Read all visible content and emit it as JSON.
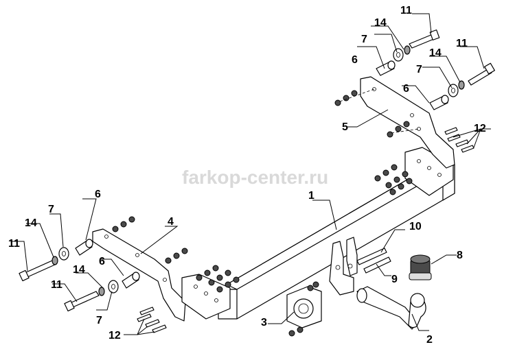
{
  "watermark": "farkop-center.ru",
  "callouts": {
    "c1": "1",
    "c2": "2",
    "c3": "3",
    "c4": "4",
    "c5": "5",
    "c6a": "6",
    "c6b": "6",
    "c6c": "6",
    "c6d": "6",
    "c7a": "7",
    "c7b": "7",
    "c7c": "7",
    "c7d": "7",
    "c8": "8",
    "c9": "9",
    "c10": "10",
    "c11a": "11",
    "c11b": "11",
    "c11c": "11",
    "c11d": "11",
    "c12a": "12",
    "c12b": "12",
    "c14a": "14",
    "c14b": "14",
    "c14c": "14",
    "c14d": "14"
  }
}
